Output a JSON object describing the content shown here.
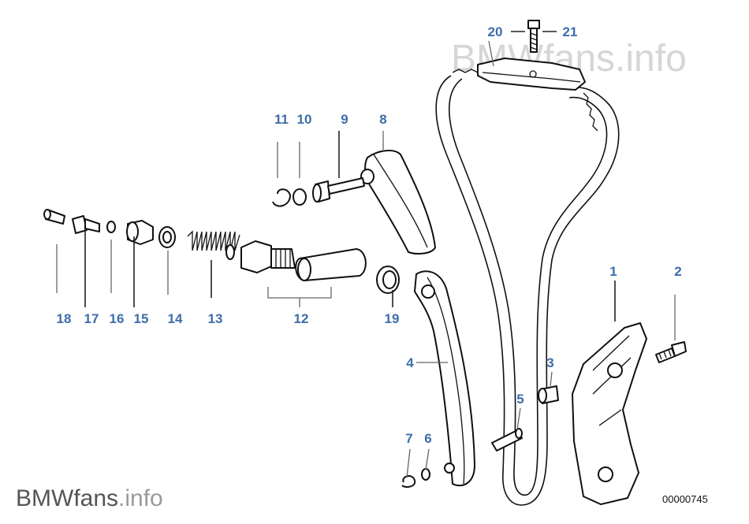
{
  "watermark": {
    "brand": "BMWfans",
    "suffix": ".info"
  },
  "diagram_code": "00000745",
  "callouts": {
    "p1": "1",
    "p2": "2",
    "p3": "3",
    "p4": "4",
    "p5": "5",
    "p6": "6",
    "p7": "7",
    "p8": "8",
    "p9": "9",
    "p10": "10",
    "p11": "11",
    "p12": "12",
    "p13": "13",
    "p14": "14",
    "p15": "15",
    "p16": "16",
    "p17": "17",
    "p18": "18",
    "p19": "19",
    "p20": "20",
    "p21": "21"
  }
}
